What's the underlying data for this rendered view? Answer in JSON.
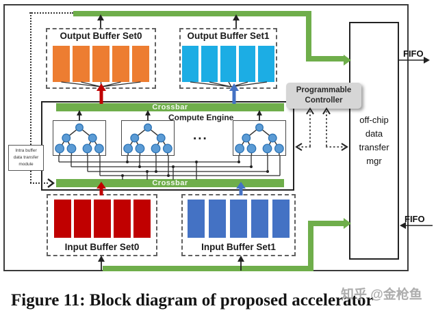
{
  "caption": "Figure 11: Block diagram of proposed accelerator",
  "watermark": "知乎 @金枪鱼",
  "diagram": {
    "buffers": {
      "output0": {
        "label": "Output Buffer Set0",
        "color": "#ED7D31",
        "count": 5
      },
      "output1": {
        "label": "Output Buffer Set1",
        "color": "#1CADE4",
        "count": 5
      },
      "input0": {
        "label": "Input Buffer Set0",
        "color": "#C00000",
        "count": 5
      },
      "input1": {
        "label": "Input Buffer Set1",
        "color": "#4472C4",
        "count": 5
      }
    },
    "crossbar_top_label": "Crossbar",
    "crossbar_bottom_label": "Crossbar",
    "compute_engine_label": "Compute Engine",
    "ellipsis": "...",
    "controller": {
      "line1": "Programmable",
      "line2": "Controller"
    },
    "offchip": {
      "line1": "off-chip",
      "line2": "data",
      "line3": "transfer",
      "line4": "mgr"
    },
    "fifo_top_label": "FIFO",
    "fifo_bottom_label": "FIFO",
    "intra_buffer": {
      "line1": "Intra buffer",
      "line2": "data transfer",
      "line3": "module"
    },
    "colors": {
      "green": "#6FAE4B",
      "red": "#C00000",
      "blue": "#4472C4",
      "cyan": "#1CADE4",
      "orange": "#ED7D31",
      "node_fill": "#5B9BD5",
      "node_stroke": "#2E74B5",
      "controller_bg": "#D6D6D6"
    }
  }
}
